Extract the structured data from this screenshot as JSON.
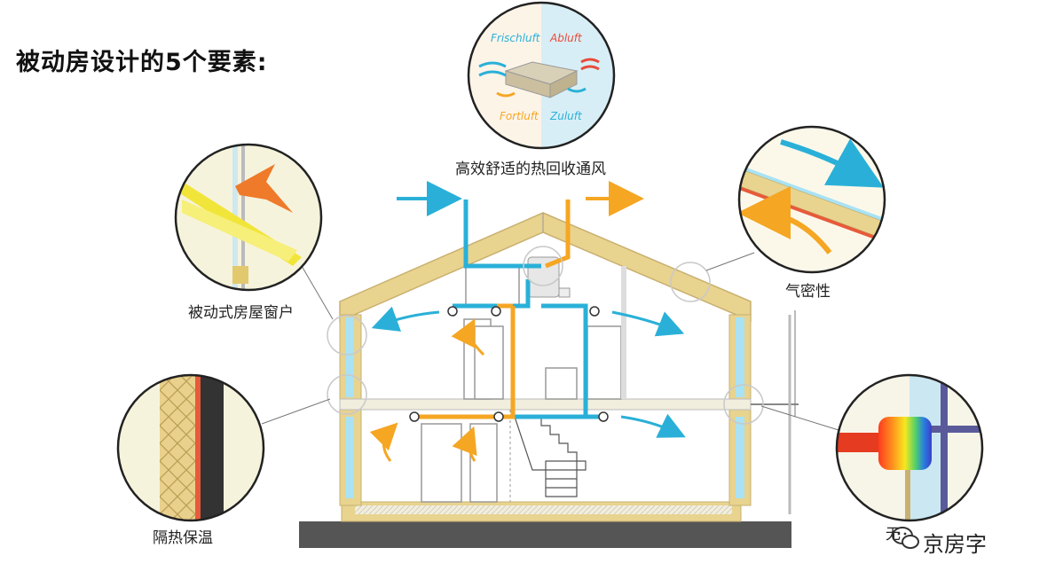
{
  "title": "被动房设计的5个要素:",
  "labels": {
    "ventilation": "高效舒适的热回收通风",
    "window": "被动式房屋窗户",
    "airtightness": "气密性",
    "insulation": "隔热保温",
    "thermal_bridge": "无"
  },
  "ventilation_circle": {
    "frischluft": "Frischluft",
    "abluft": "Abluft",
    "fortluft": "Fortluft",
    "zuluft": "Zuluft"
  },
  "watermark": "京房字",
  "colors": {
    "supply_blue": "#2ab0d8",
    "exhaust_orange": "#f5a623",
    "wall_tan": "#e8d38f",
    "wall_stroke": "#c9b070",
    "window_blue": "#a9e2f4",
    "ground": "#555555"
  }
}
